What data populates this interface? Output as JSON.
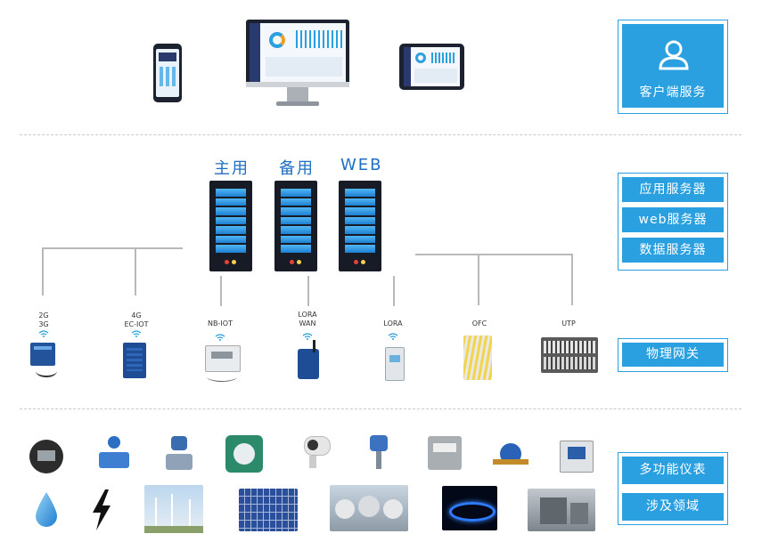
{
  "layers": {
    "client": {
      "label": "客户端服务"
    },
    "servers": {
      "labels": [
        "应用服务器",
        "web服务器",
        "数据服务器"
      ]
    },
    "gateway": {
      "label": "物理网关"
    },
    "field": {
      "labels": [
        "多功能仪表",
        "涉及领域"
      ]
    }
  },
  "server_titles": [
    "主用",
    "备用",
    "WEB"
  ],
  "gateways": [
    {
      "label": "2G\n3G"
    },
    {
      "label": "4G\nEC-IOT"
    },
    {
      "label": "NB-IOT"
    },
    {
      "label": "LORA\nWAN"
    },
    {
      "label": "LORA"
    },
    {
      "label": "OFC"
    },
    {
      "label": "UTP"
    }
  ],
  "icons": {
    "client": "user-icon",
    "wifi": "wifi-icon",
    "water": "water-drop-icon",
    "electric": "lightning-icon"
  },
  "colors": {
    "accent": "#2aa0e0",
    "title_blue": "#1f6fc3",
    "server_body": "#161b26"
  }
}
